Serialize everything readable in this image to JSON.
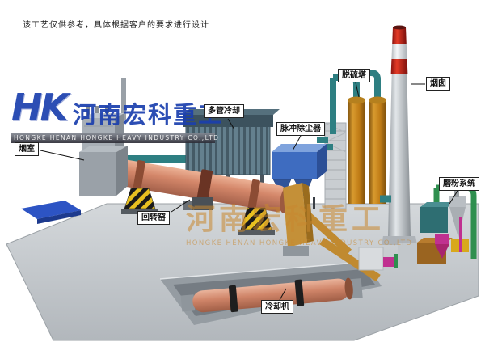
{
  "disclaimer": "该工艺仅供参考，具体根据客户的要求进行设计",
  "brand": {
    "logo_text": "HK",
    "company_cn": "河南宏科重工",
    "company_en": "HONGKE HENAN HONGKE HEAVY INDUSTRY CO.,LTD",
    "watermark_cn": "河南宏科重工",
    "watermark_en": "HONGKE HENAN HONGKE HEAVY INDUSTRY CO.,LTD"
  },
  "labels": [
    {
      "name": "smoke-chamber",
      "text": "烟室"
    },
    {
      "name": "rotary-kiln",
      "text": "回转窑"
    },
    {
      "name": "multi-tube-cooler",
      "text": "多管冷却"
    },
    {
      "name": "pulse-dust-collector",
      "text": "脉冲除尘器"
    },
    {
      "name": "desulfurization-tower",
      "text": "脱硫塔"
    },
    {
      "name": "chimney",
      "text": "烟囱"
    },
    {
      "name": "grinding-system",
      "text": "磨粉系统"
    },
    {
      "name": "cooling-machine",
      "text": "冷却机"
    }
  ],
  "colors": {
    "brand_blue": "#1b3fae",
    "watermark_orange": "#c9882f",
    "kiln_salmon": "#d4876a",
    "cooler_slate": "#55707d",
    "dust_collector_blue": "#3e6cc0",
    "tower_orange": "#c07c16",
    "chimney_red": "#cc2a20",
    "chimney_gray": "#c3c7cb",
    "pipe_teal": "#2e7f82",
    "grinding_magenta": "#c03090",
    "grinding_green": "#2f8f4f",
    "hazard_yellow": "#e8c020",
    "platform_gray": "#c9cdd1"
  }
}
